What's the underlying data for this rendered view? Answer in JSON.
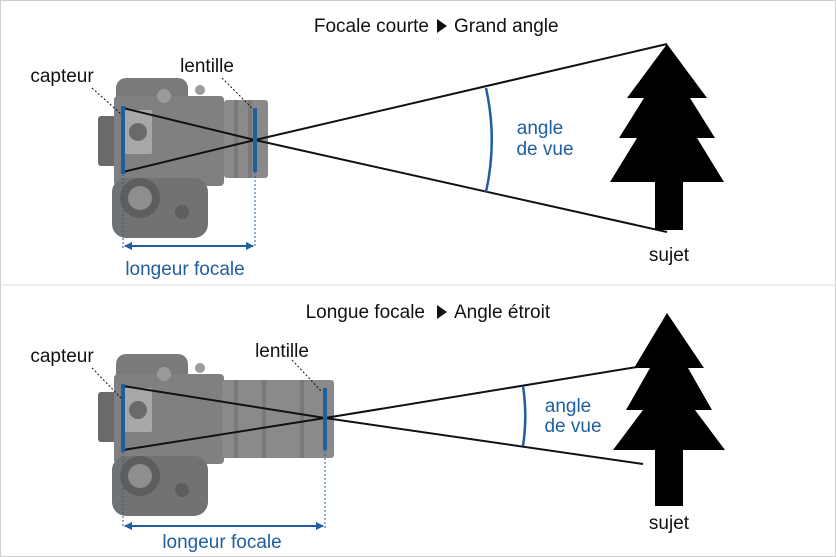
{
  "colors": {
    "background": "#ffffff",
    "frame": "#cfcfcf",
    "ray": "#111111",
    "accent_blue": "#1f5fa0",
    "tree": "#000000",
    "camera_body": "#7a7a7a",
    "camera_dark": "#5e5e5e",
    "camera_light": "#a8a8a8"
  },
  "top_panel": {
    "title_left": "Focale courte",
    "title_arrow_icon": "play-triangle-icon",
    "title_right": "Grand angle",
    "sensor_label": "capteur",
    "lens_label": "lentille",
    "angle_label_line1": "angle",
    "angle_label_line2": "de vue",
    "subject_label": "sujet",
    "focal_label": "longeur focale"
  },
  "bottom_panel": {
    "title_left": "Longue focale",
    "title_arrow_icon": "play-triangle-icon",
    "title_right": "Angle étroit",
    "sensor_label": "capteur",
    "lens_label": "lentille",
    "angle_label_line1": "angle",
    "angle_label_line2": "de vue",
    "subject_label": "sujet",
    "focal_label": "longeur focale"
  }
}
